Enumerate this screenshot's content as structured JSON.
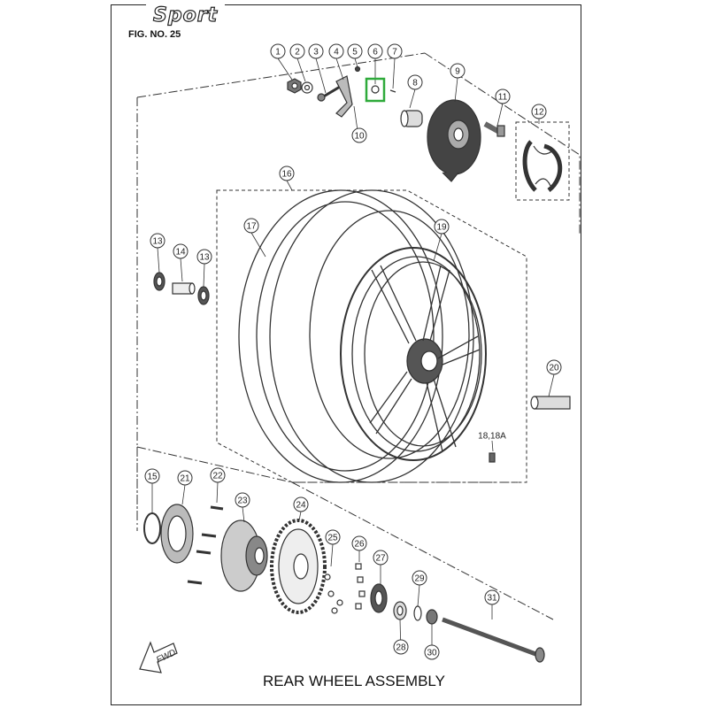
{
  "header": {
    "logo_text": "Sport",
    "figure_no": "FIG. NO. 25"
  },
  "caption": "REAR WHEEL ASSEMBLY",
  "fwd_label": "FWD",
  "highlight_color": "#2eaa3a",
  "callouts": [
    {
      "label": "1"
    },
    {
      "label": "2"
    },
    {
      "label": "3"
    },
    {
      "label": "4"
    },
    {
      "label": "5"
    },
    {
      "label": "6",
      "highlighted": true
    },
    {
      "label": "7"
    },
    {
      "label": "8"
    },
    {
      "label": "9"
    },
    {
      "label": "10"
    },
    {
      "label": "11"
    },
    {
      "label": "12"
    },
    {
      "label": "13"
    },
    {
      "label": "14"
    },
    {
      "label": "13"
    },
    {
      "label": "16"
    },
    {
      "label": "17"
    },
    {
      "label": "19"
    },
    {
      "label": "20"
    },
    {
      "label": "18,18A"
    },
    {
      "label": "15"
    },
    {
      "label": "21"
    },
    {
      "label": "22"
    },
    {
      "label": "23"
    },
    {
      "label": "24"
    },
    {
      "label": "25"
    },
    {
      "label": "26"
    },
    {
      "label": "27"
    },
    {
      "label": "29"
    },
    {
      "label": "31"
    },
    {
      "label": "28"
    },
    {
      "label": "30"
    }
  ]
}
